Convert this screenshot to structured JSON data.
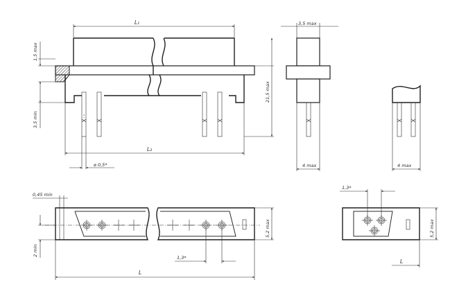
{
  "dimensions": {
    "L1": "L₁",
    "L2": "L₂",
    "L": "L",
    "width_top": "3,5 max",
    "height_total": "21,5 max",
    "flange": "1,5 max",
    "pin_min": "3,5 min",
    "pin_diam": "⌀ 0,5*",
    "pin_width": "4 max",
    "pin_width_alt": "4 max",
    "plate_thickness": "0,45 min",
    "offset": "2 min",
    "body_height": "5,2 max",
    "pitch": "1,3*",
    "pitch_alt": "1,3*",
    "body_height_alt": "5,2 max",
    "L_small": "L"
  }
}
